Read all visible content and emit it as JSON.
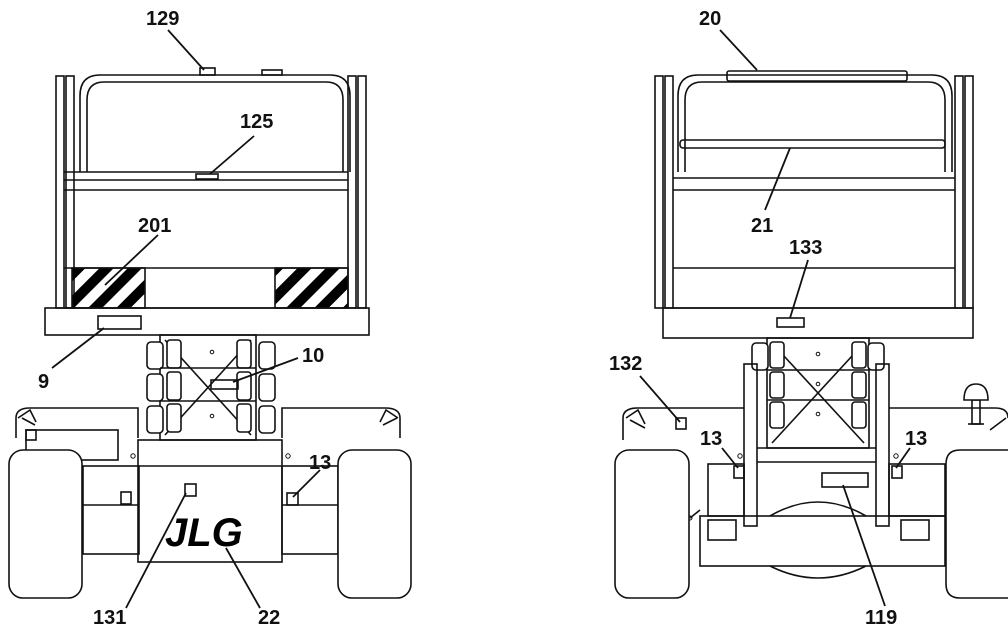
{
  "callouts": {
    "c129": "129",
    "c125": "125",
    "c201": "201",
    "c9": "9",
    "c10": "10",
    "c13_front": "13",
    "c131": "131",
    "c22": "22",
    "c20": "20",
    "c21": "21",
    "c133": "133",
    "c132": "132",
    "c13_rear_left": "13",
    "c13_rear_right": "13",
    "c119": "119"
  },
  "brand": {
    "logo_text": "JLG"
  }
}
